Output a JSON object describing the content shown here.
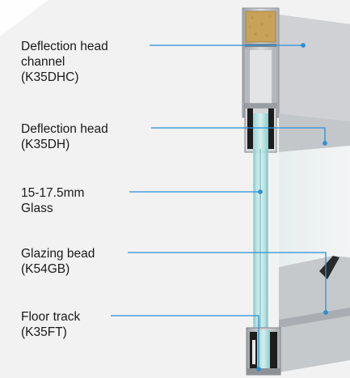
{
  "callouts": [
    {
      "id": "deflection-head-channel",
      "text": "Deflection head\nchannel\n(K35DHC)"
    },
    {
      "id": "deflection-head",
      "text": "Deflection head\n(K35DH)"
    },
    {
      "id": "glass",
      "text": "15-17.5mm\nGlass"
    },
    {
      "id": "glazing-bead",
      "text": "Glazing bead\n(K54GB)"
    },
    {
      "id": "floor-track",
      "text": "Floor track\n(K35FT)"
    }
  ],
  "colors": {
    "background": "#f2f2f2",
    "leader_line": "#2a8fd6",
    "aluminium_light": "#d3d5d8",
    "aluminium_mid": "#b3b6ba",
    "aluminium_dark": "#8e9296",
    "insulation": "#c9a25a",
    "glass": "#dfeaec",
    "glass_edge": "#4fb6b6",
    "gasket": "#1d1d1d"
  },
  "icons": [
    "partition-cross-section-illustration"
  ]
}
